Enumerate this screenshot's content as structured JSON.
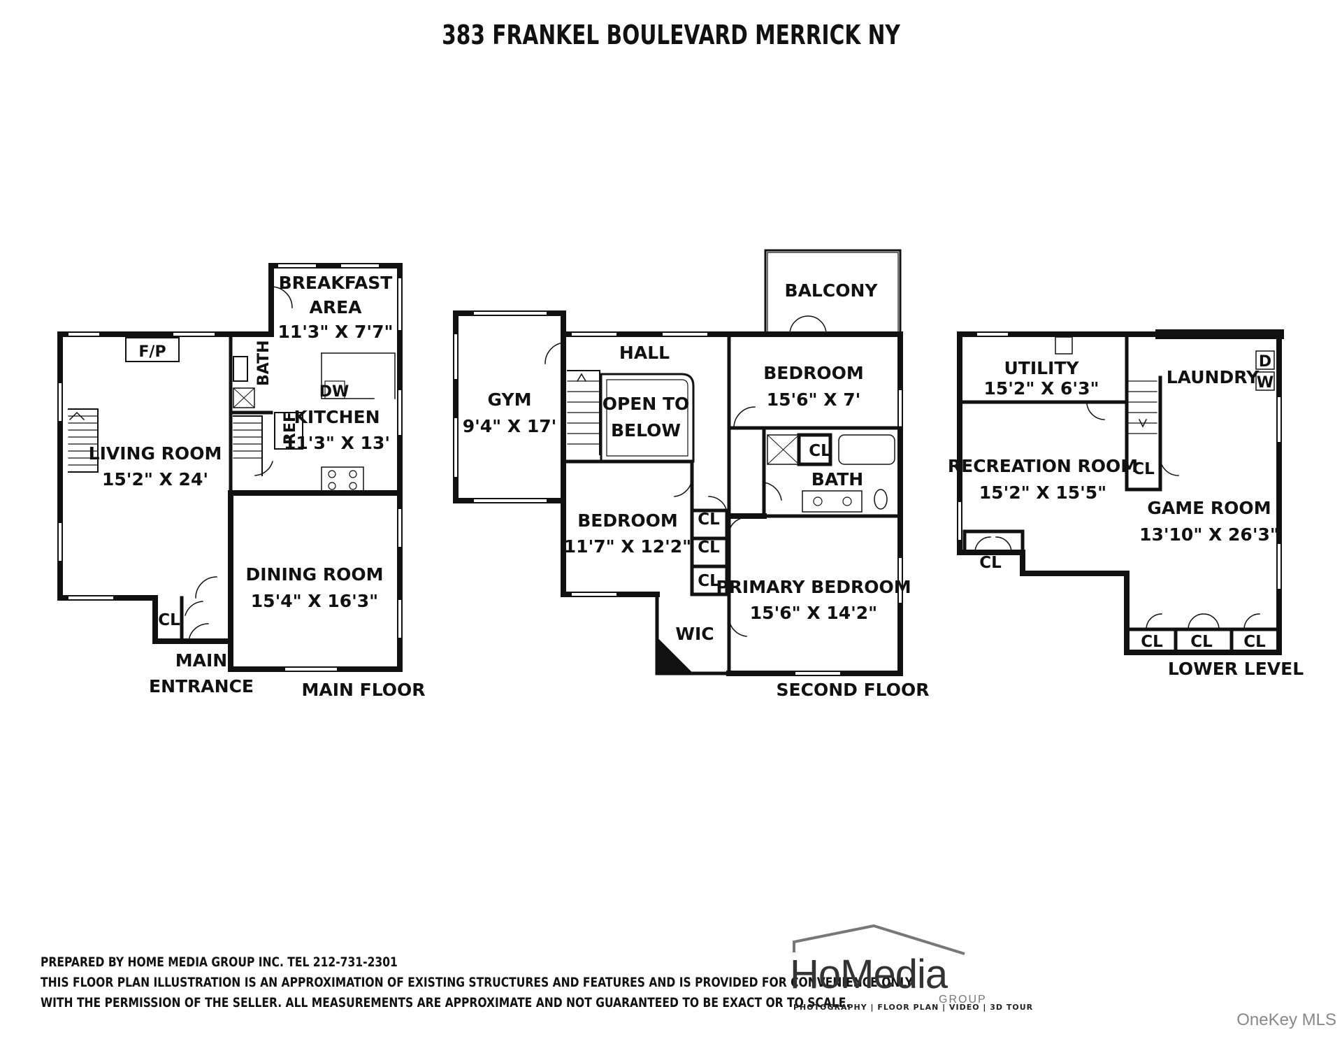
{
  "title": "383 FRANKEL BOULEVARD MERRICK NY",
  "floors": {
    "main": {
      "label": "MAIN FLOOR",
      "rooms": {
        "living": {
          "name": "LIVING ROOM",
          "dim": "15'2\" X 24'"
        },
        "fireplace": "F/P",
        "breakfast": {
          "name1": "BREAKFAST",
          "name2": "AREA",
          "dim": "11'3\" X 7'7\""
        },
        "kitchen": {
          "name": "KITCHEN",
          "dim": "11'3\" X 13'"
        },
        "dw": "DW",
        "ref": "REF",
        "bath": "BATH",
        "dining": {
          "name": "DINING ROOM",
          "dim": "15'4\" X 16'3\""
        },
        "closet": "CL",
        "entrance1": "MAIN",
        "entrance2": "ENTRANCE"
      }
    },
    "second": {
      "label": "SECOND FLOOR",
      "rooms": {
        "gym": {
          "name": "GYM",
          "dim": "9'4\" X 17'"
        },
        "hall": "HALL",
        "open1": "OPEN TO",
        "open2": "BELOW",
        "balcony": "BALCONY",
        "bedroom1": {
          "name": "BEDROOM",
          "dim": "15'6\" X 7'"
        },
        "bedroom2": {
          "name": "BEDROOM",
          "dim": "11'7\" X 12'2\""
        },
        "bath": "BATH",
        "closet": "CL",
        "wic": "WIC",
        "primary": {
          "name": "PRIMARY BEDROOM",
          "dim": "15'6\" X 14'2\""
        }
      }
    },
    "lower": {
      "label": "LOWER LEVEL",
      "rooms": {
        "utility": {
          "name": "UTILITY",
          "dim": "15'2\" X 6'3\""
        },
        "laundry": "LAUNDRY",
        "d": "D",
        "w": "W",
        "recreation": {
          "name": "RECREATION ROOM",
          "dim": "15'2\" X 15'5\""
        },
        "game": {
          "name": "GAME ROOM",
          "dim": "13'10\" X 26'3\""
        },
        "closet": "CL"
      }
    }
  },
  "footer": {
    "line1": "PREPARED BY  HOME MEDIA GROUP INC.  TEL 212-731-2301",
    "line2": "THIS FLOOR PLAN ILLUSTRATION IS AN APPROXIMATION OF EXISTING STRUCTURES AND FEATURES AND IS PROVIDED FOR CONVENIENCE ONLY",
    "line3": "WITH THE PERMISSION OF THE SELLER. ALL MEASUREMENTS ARE APPROXIMATE AND NOT GUARANTEED TO BE EXACT OR TO SCALE."
  },
  "logo": {
    "word": "HoMedia",
    "group": "GROUP",
    "tagline": "PHOTOGRAPHY | FLOOR PLAN | VIDEO | 3D TOUR"
  },
  "watermark": "OneKey MLS"
}
